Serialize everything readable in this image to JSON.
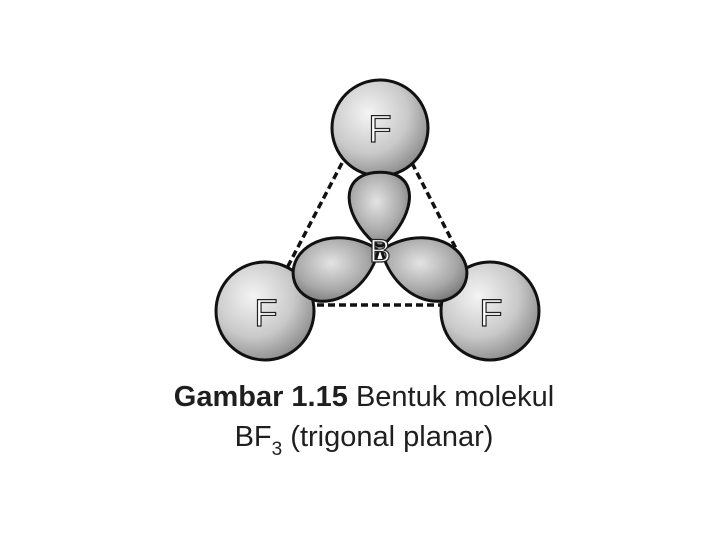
{
  "diagram": {
    "central_atom": "B",
    "outer_atoms": [
      {
        "label": "F",
        "position": "top"
      },
      {
        "label": "F",
        "position": "bottom-left"
      },
      {
        "label": "F",
        "position": "bottom-right"
      }
    ],
    "colors": {
      "atom_light": "#f2f2f2",
      "atom_dark": "#7d7d7d",
      "outline": "#111111"
    }
  },
  "caption": {
    "figure_label": "Gambar 1.15",
    "text_line1": "Bentuk molekul",
    "formula_main": "BF",
    "formula_subscript": "3",
    "text_line2": "(trigonal planar)"
  }
}
